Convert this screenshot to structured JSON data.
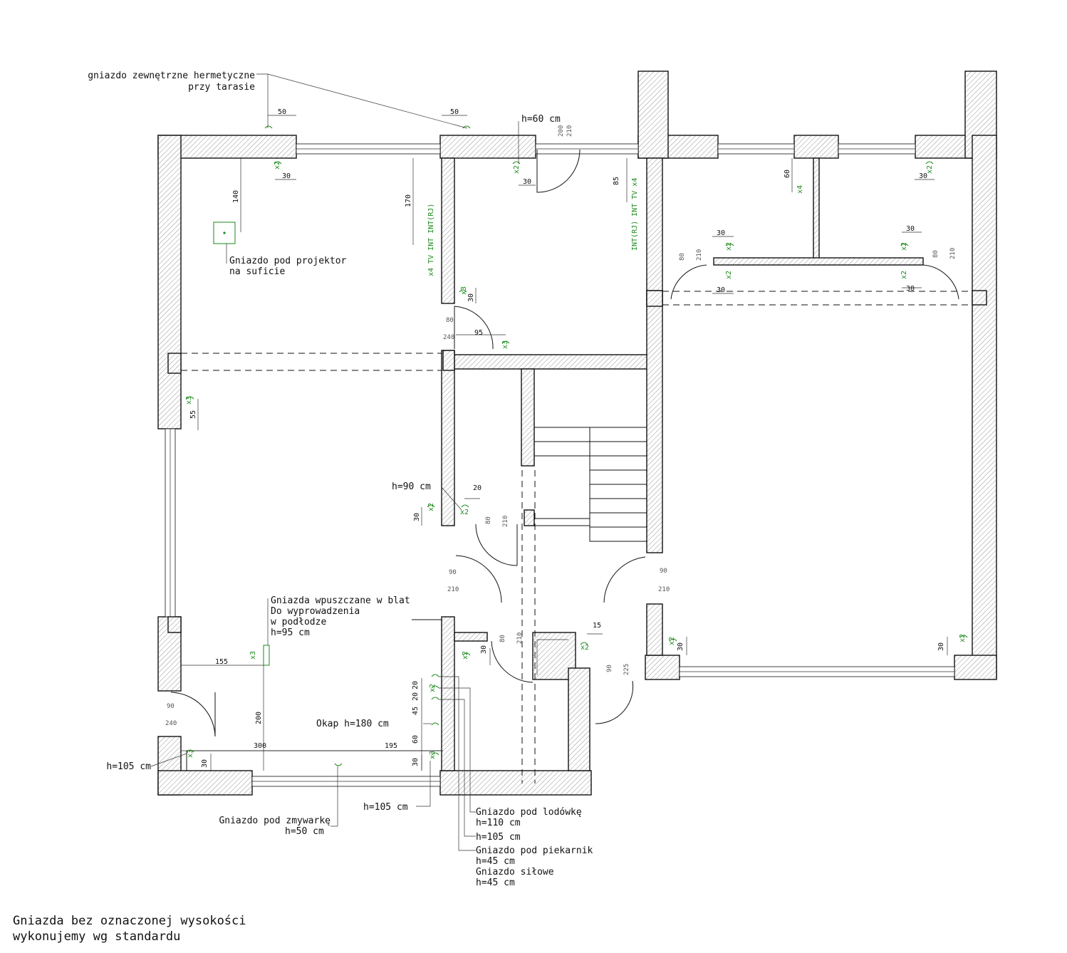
{
  "annotations": {
    "outdoor_socket": [
      "gniazdo zewnętrzne hermetyczne",
      "przy tarasie"
    ],
    "projector": [
      "Gniazdo pod projektor",
      "na suficie"
    ],
    "counter_sockets": [
      "Gniazda wpuszczane w blat",
      "Do wyprowadzenia",
      "w podłodze",
      "h=95 cm"
    ],
    "hood": "Okap h=180 cm",
    "dishwasher": [
      "Gniazdo pod zmywarkę",
      "h=50 cm"
    ],
    "fridge": [
      "Gniazdo pod lodówkę",
      "h=110 cm"
    ],
    "h105_fridge": "h=105 cm",
    "oven": [
      "Gniazdo pod piekarnik",
      "h=45 cm",
      "Gniazdo siłowe",
      "h=45 cm"
    ],
    "h105_left": "h=105 cm",
    "h105_bottom": "h=105 cm",
    "h90": "h=90 cm",
    "h60": "h=60 cm",
    "footer": [
      "Gniazda bez oznaczonej wysokości",
      "wykonujemy wg standardu"
    ]
  },
  "dims": {
    "d50a": "50",
    "d50b": "50",
    "d30a": "30",
    "d140": "140",
    "d170": "170",
    "d30b": "30",
    "d85": "85",
    "d60a": "60",
    "d30c": "30",
    "d30d": "30",
    "d30e": "30",
    "d30f": "30",
    "d30g": "30",
    "d95": "95",
    "d55": "55",
    "d20a": "20",
    "d30h": "30",
    "d15": "15",
    "d30i": "30",
    "d30j": "30",
    "d30k": "30",
    "d155": "155",
    "d200": "200",
    "d300": "300",
    "d195": "195",
    "d30l": "30",
    "d20b": "20",
    "d20c": "20",
    "d45": "45",
    "d60b": "60",
    "d30m": "30",
    "d30n": "30"
  },
  "doors": {
    "d1w": "80",
    "d1h": "240",
    "d2w": "200",
    "d2h": "210",
    "d3w": "80",
    "d3h": "210",
    "d4w": "80",
    "d4h": "210",
    "d5w": "90",
    "d5h": "210",
    "d6w": "90",
    "d6h": "210",
    "d7w": "80",
    "d7h": "210",
    "d8w": "90",
    "d8h": "225",
    "d9w": "90",
    "d9h": "240",
    "d10w": "80",
    "d10h": "210",
    "d11w": "80",
    "d11h": "210"
  },
  "sockets": {
    "x2": "x2",
    "x3": "x3",
    "x4": "x4",
    "tv1": "x4  TV  INT  INT(RJ)",
    "tv2": "INT(RJ)  INT  TV  x4"
  },
  "colors": {
    "socket": "#1a8a1a",
    "line": "#111111"
  }
}
